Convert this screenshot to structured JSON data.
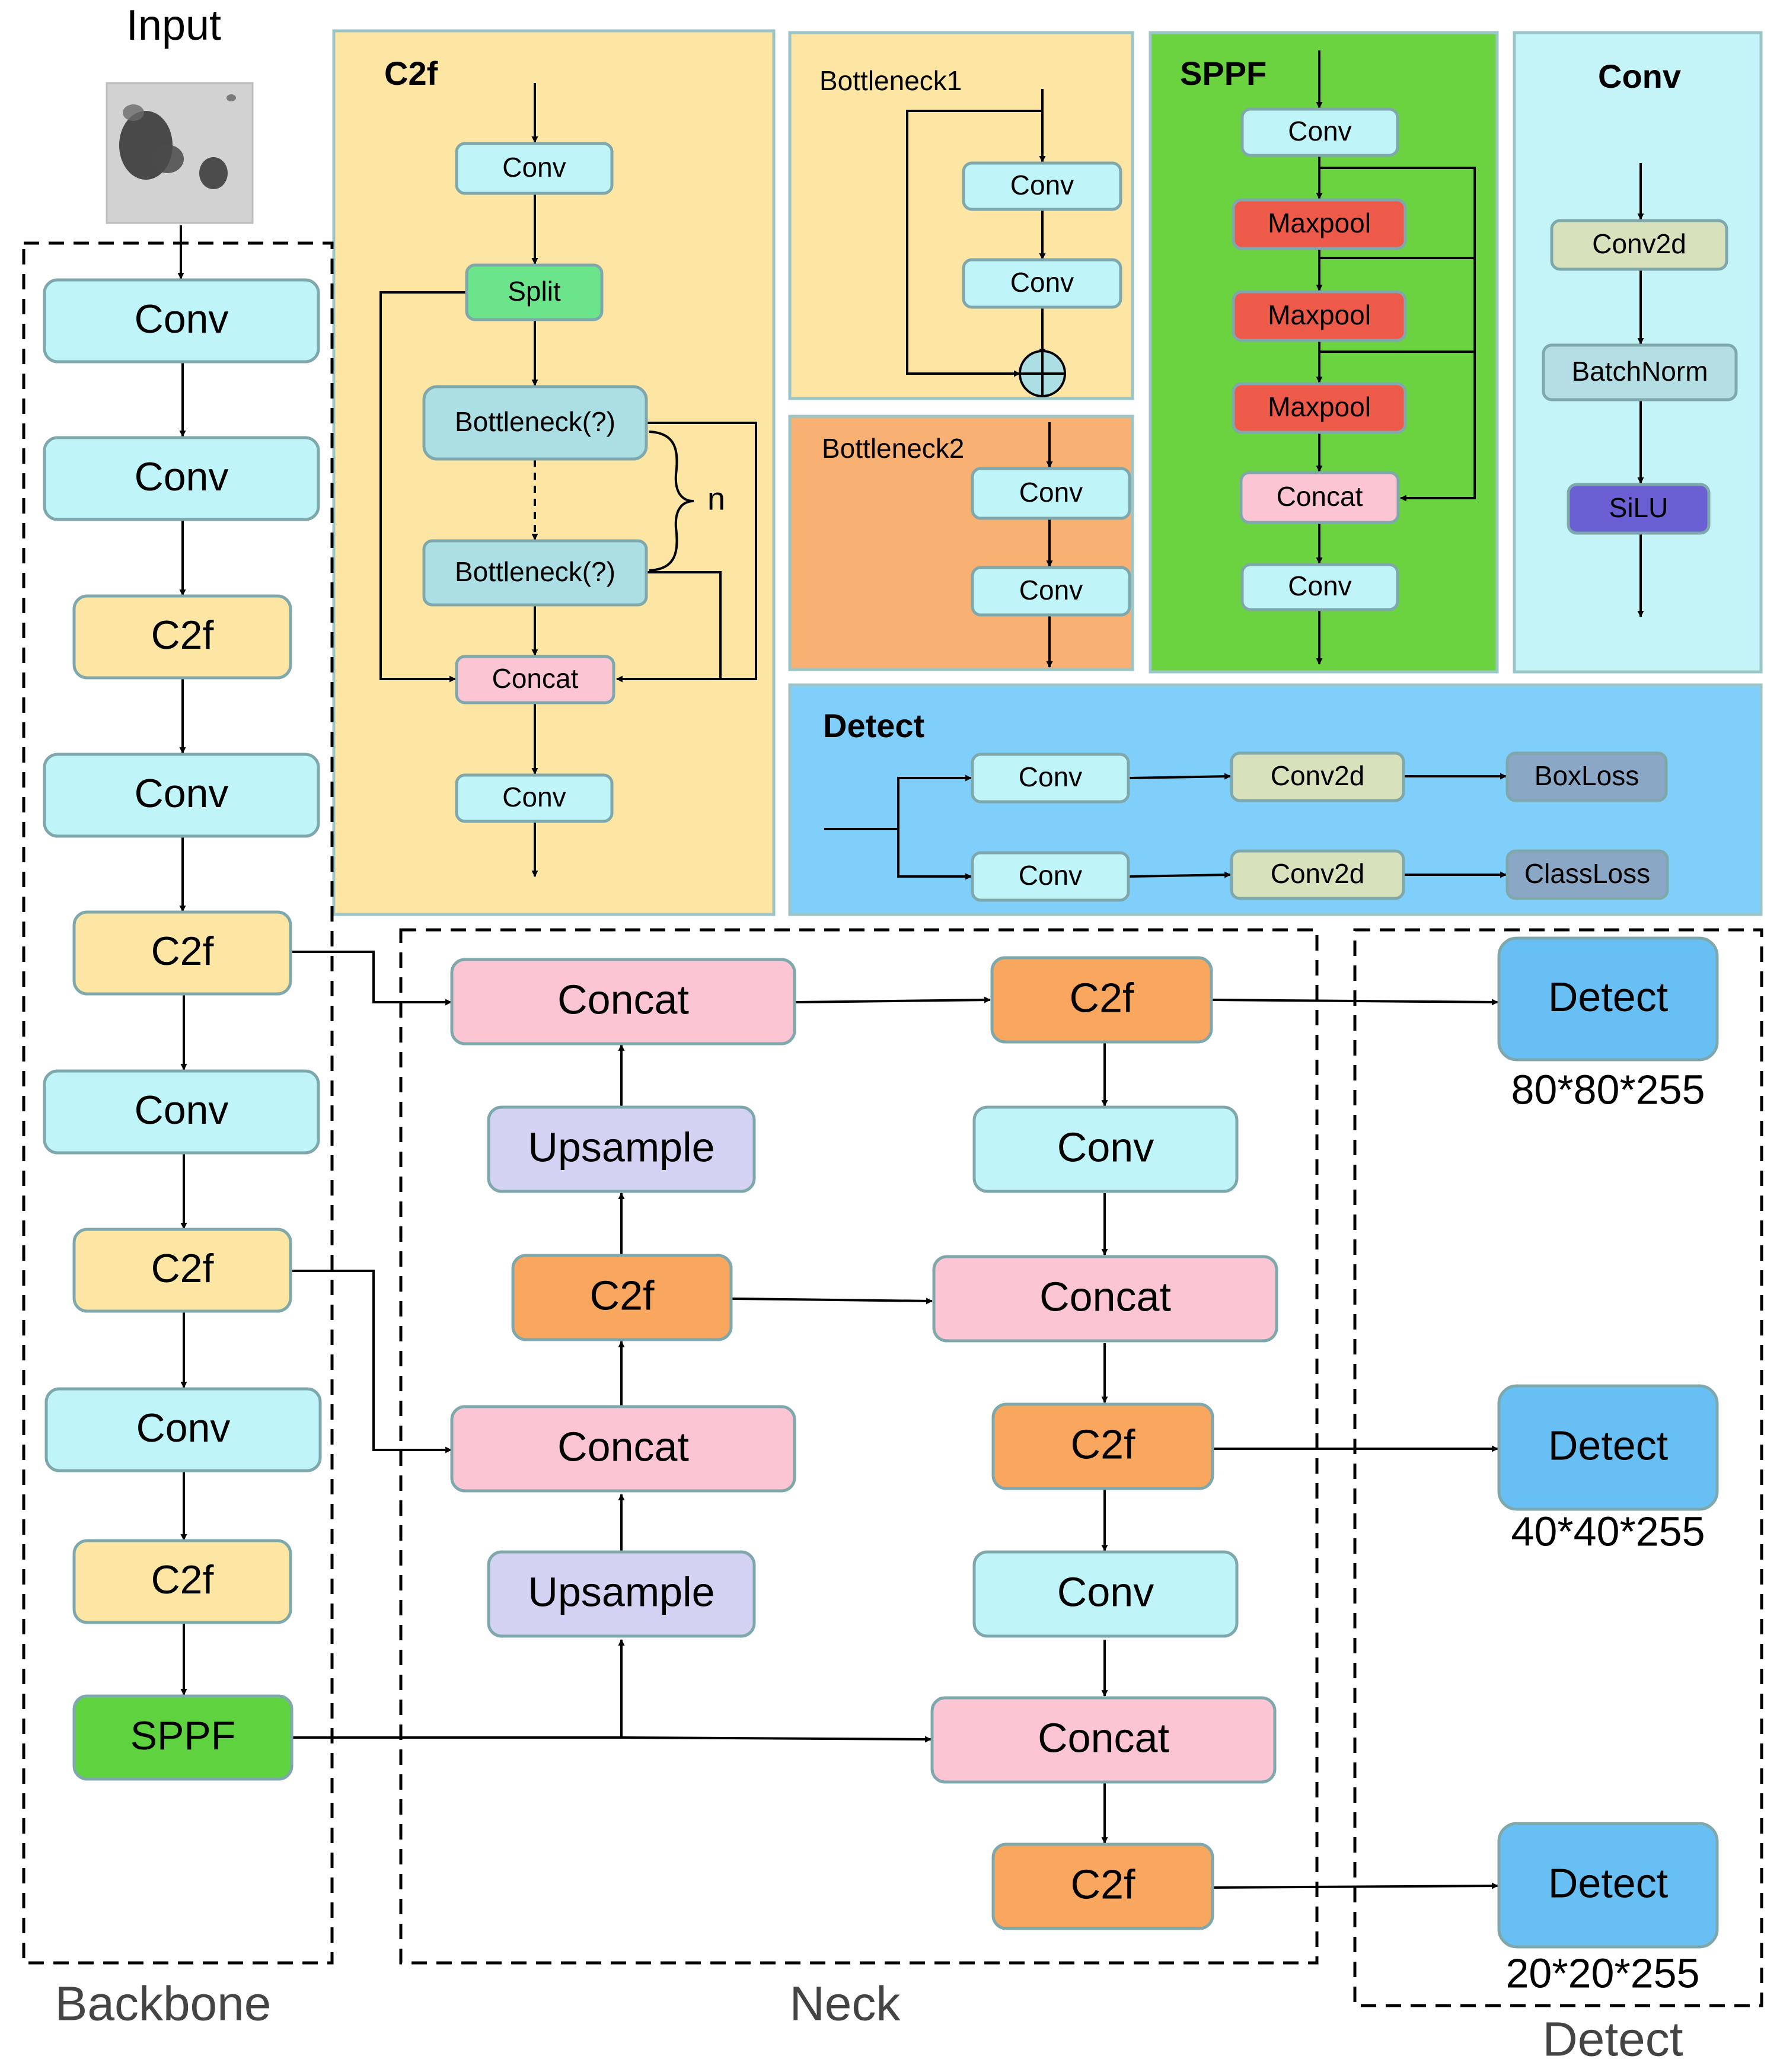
{
  "input_label": "Input",
  "sections": {
    "backbone": "Backbone",
    "neck": "Neck",
    "detect": "Detect"
  },
  "panels": {
    "c2f": "C2f",
    "bottleneck1": "Bottleneck1",
    "bottleneck2": "Bottleneck2",
    "sppf": "SPPF",
    "conv": "Conv",
    "detect": "Detect"
  },
  "c2f_panel": {
    "conv_top": "Conv",
    "split": "Split",
    "bottleneck_a": "Bottleneck(?)",
    "bottleneck_b": "Bottleneck(?)",
    "repeat": "n",
    "concat": "Concat",
    "conv_bottom": "Conv"
  },
  "bottleneck1_panel": {
    "conv1": "Conv",
    "conv2": "Conv"
  },
  "bottleneck2_panel": {
    "conv1": "Conv",
    "conv2": "Conv"
  },
  "sppf_panel": {
    "conv_top": "Conv",
    "maxpool1": "Maxpool",
    "maxpool2": "Maxpool",
    "maxpool3": "Maxpool",
    "concat": "Concat",
    "conv_bottom": "Conv"
  },
  "conv_panel": {
    "conv2d": "Conv2d",
    "batchnorm": "BatchNorm",
    "silu": "SiLU"
  },
  "detect_panel": {
    "conv1": "Conv",
    "conv2d1": "Conv2d",
    "boxloss": "BoxLoss",
    "conv2": "Conv",
    "conv2d2": "Conv2d",
    "classloss": "ClassLoss"
  },
  "backbone": [
    "Conv",
    "Conv",
    "C2f",
    "Conv",
    "C2f",
    "Conv",
    "C2f",
    "Conv",
    "C2f",
    "SPPF"
  ],
  "neck": {
    "concat_top": "Concat",
    "upsample_top": "Upsample",
    "c2f_left": "C2f",
    "concat_mid": "Concat",
    "upsample_bottom": "Upsample",
    "c2f_out1": "C2f",
    "conv1": "Conv",
    "concat_r1": "Concat",
    "c2f_out2": "C2f",
    "conv2": "Conv",
    "concat_r2": "Concat",
    "c2f_out3": "C2f"
  },
  "detect_heads": [
    {
      "label": "Detect",
      "size": "80*80*255"
    },
    {
      "label": "Detect",
      "size": "40*40*255"
    },
    {
      "label": "Detect",
      "size": "20*20*255"
    }
  ],
  "colors": {
    "conv": "#bff4f8",
    "c2f": "#fde6a4",
    "c2f_orange": "#f9a65e",
    "concat": "#fbc5d3",
    "upsample": "#d3d2f2",
    "sppf": "#5fd23f",
    "split": "#6be48b",
    "bottleneck": "#abdfe3",
    "maxpool": "#ee5a4a",
    "conv2d": "#d7e2bd",
    "batchnorm": "#b4dee3",
    "silu": "#6a5fd3",
    "loss": "#8aa8c6",
    "detect_box": "#67bff3",
    "panel_c2f": "#fde6a4",
    "panel_bn1": "#fde6a4",
    "panel_bn2": "#f9b073",
    "panel_sppf": "#6bd33f",
    "panel_conv": "#c4f4f8",
    "panel_detect": "#80cffa"
  }
}
